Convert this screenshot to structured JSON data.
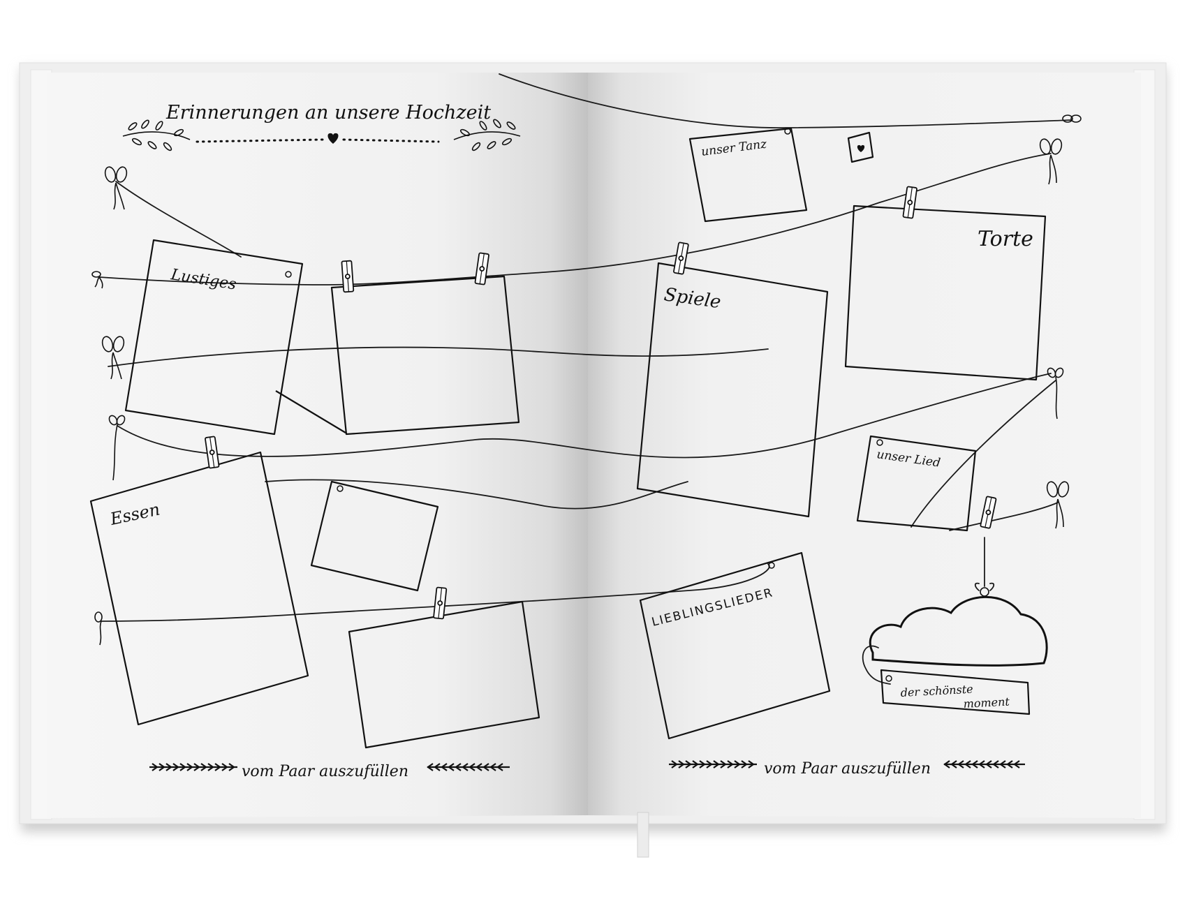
{
  "left_page": {
    "header_title": "Erinnerungen an unsere Hochzeit",
    "cards": {
      "lustiges": "Lustiges",
      "essen": "Essen"
    },
    "footer": "vom Paar auszufüllen"
  },
  "right_page": {
    "cards": {
      "unser_tanz": "unser Tanz",
      "torte": "Torte",
      "spiele": "Spiele",
      "unser_lied": "unser Lied",
      "lieblingslieder": "LIEBLINGSLIEDER",
      "schoenster_moment_line1": "der schönste",
      "schoenster_moment_line2": "moment"
    },
    "footer": "vom Paar auszufüllen"
  },
  "icons": {
    "header_heart": "heart-icon",
    "tag_heart": "heart-icon",
    "clothespin": "clothespin-icon",
    "bow": "bow-icon",
    "cloud": "cloud-icon",
    "laurel": "laurel-branch-icon",
    "arrows": "arrow-chain-icon"
  },
  "colors": {
    "ink": "#111111",
    "page": "#f2f2f2",
    "spine_shadow": "#bdbdbd"
  }
}
